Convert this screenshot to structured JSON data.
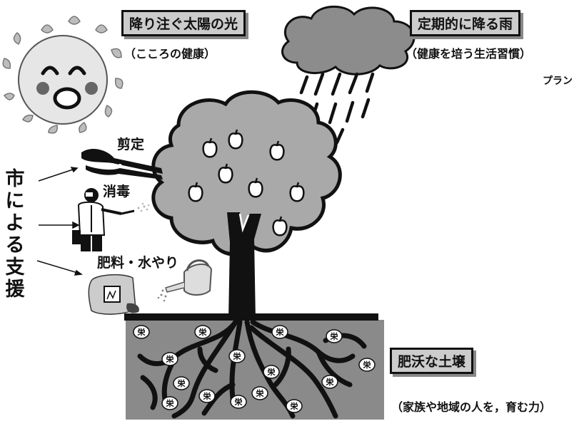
{
  "sunlight": {
    "title": "降り注ぐ太陽の光",
    "subtitle": "（こころの健康）"
  },
  "rain": {
    "title": "定期的に降る雨",
    "subtitle": "（健康を培う生活習慣）"
  },
  "cutoff_text": "プラン",
  "soil": {
    "title": "肥沃な土壌",
    "subtitle": "（家族や地域の人を，育む力）"
  },
  "support": {
    "heading_chars": [
      "市",
      "に",
      "よ",
      "る",
      "支",
      "援"
    ],
    "items": [
      {
        "label": "剪定"
      },
      {
        "label": "消毒"
      },
      {
        "label": "肥料・水やり"
      }
    ]
  },
  "nutrient_mark": "栄",
  "nutrient_count": 15,
  "apple_count": 8,
  "colors": {
    "cloud": "#8c8c8c",
    "canopy": "#a9a9a9",
    "soil": "#8a8a8a",
    "sun_face": "#e6e6e6"
  }
}
